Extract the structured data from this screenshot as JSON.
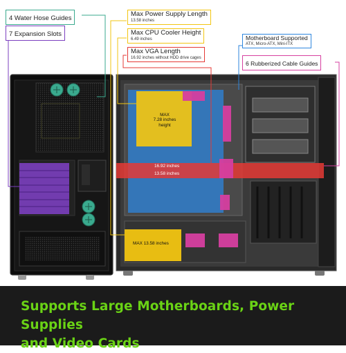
{
  "labels": {
    "water_hose": "4 Water Hose Guides",
    "expansion": "7 Expansion Slots",
    "psu_title": "Max Power Supply Length",
    "psu_value": "13.58 inches",
    "cpu_title": "Max CPU Cooler Height",
    "cpu_value": "6.49 inches",
    "vga_title": "Max VGA Length",
    "vga_value": "16.92 inches without HDD drive cages",
    "mobo_title": "Motherboard Supported",
    "mobo_value": "ATX, Micro-ATX, Mini-ITX",
    "cable_guides": "6 Rubberized Cable Guides"
  },
  "overlays": {
    "cooler_max": "MAX",
    "cooler_height": "7.28 inches",
    "cooler_word": "height",
    "vga_line1": "16.92 inches",
    "vga_line2": "13.58 inches",
    "psu_overlay": "MAX 13.58 inches"
  },
  "tagline": {
    "line1": "Supports Large Motherboards, Power Supplies",
    "line2": "and Video Cards"
  },
  "colors": {
    "tagline": "#6ad315",
    "band": "#1b1b1b",
    "water_hose": "#3aaa8e",
    "expansion": "#7b3fbf",
    "psu": "#f2c511",
    "cpu": "#f2c511",
    "vga": "#e53935",
    "motherboard": "#2e86de",
    "cable_guides": "#d63fa0"
  }
}
